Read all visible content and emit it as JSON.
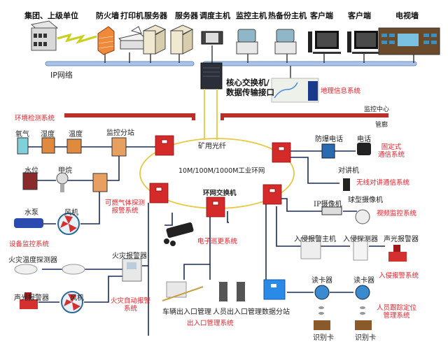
{
  "top_row": {
    "labels": [
      "集团、上级单位",
      "防火墙",
      "打印机",
      "服务器",
      "服务器",
      "调度主机",
      "监控主机",
      "热备份主机",
      "客户端",
      "客户端",
      "电视墙"
    ],
    "network_label": "IP网络"
  },
  "core": {
    "switch_label": [
      "核心交换机/",
      "数据传输接口"
    ],
    "gis_label": "地理信息系统",
    "monitor_center": "监控中心",
    "gallery": "管廊"
  },
  "ring": {
    "fiber_label": "矿用光纤",
    "ring_label": "10M/100M/1000M工业环网",
    "switch_label": "环网交换机"
  },
  "environment": {
    "system_label": "环境检测系统",
    "devices": [
      "氧气",
      "湿度",
      "温度",
      "监控分站",
      "水位",
      "甲烷"
    ],
    "gas_system": [
      "可燃气体探测",
      "报警系统"
    ]
  },
  "equipment": {
    "devices": [
      "水泵",
      "风机"
    ],
    "system_label": "设备监控系统"
  },
  "fire": {
    "devices": [
      "火灾温度探测器",
      "火灾报警器",
      "声光报警器",
      "风机"
    ],
    "system_label": [
      "火灾自动报警",
      "系统"
    ]
  },
  "patrol": {
    "system_label": "电子巡更系统"
  },
  "access": {
    "devices": [
      "车辆出入口管理",
      "人员出入口管理",
      "数据分站"
    ],
    "system_label": "出入口管理系统"
  },
  "comms": {
    "devices": [
      "防爆电话",
      "电话",
      "对讲机"
    ],
    "fixed_system": [
      "固定式",
      "通信系统"
    ],
    "wireless_system": "无线对讲通信系统"
  },
  "video": {
    "devices": [
      "IP摄像机",
      "球型摄像机"
    ],
    "system_label": "视频监控系统"
  },
  "intrusion": {
    "devices": [
      "入侵报警主机",
      "入侵探测器",
      "声光报警器"
    ],
    "system_label": "入侵报警系统"
  },
  "tracking": {
    "devices": [
      "读卡器",
      "读卡器",
      "识别卡",
      "识别卡"
    ],
    "system_label": [
      "人员跟踪定位",
      "管理系统"
    ]
  },
  "colors": {
    "accent_red": "#e8202a",
    "ring_yellow": "#e8c840",
    "line_navy": "#1a2a5a",
    "bus_blue": "#a9c4e8",
    "switch_red": "#d42a2a",
    "station_blue": "#2a8ae8"
  }
}
